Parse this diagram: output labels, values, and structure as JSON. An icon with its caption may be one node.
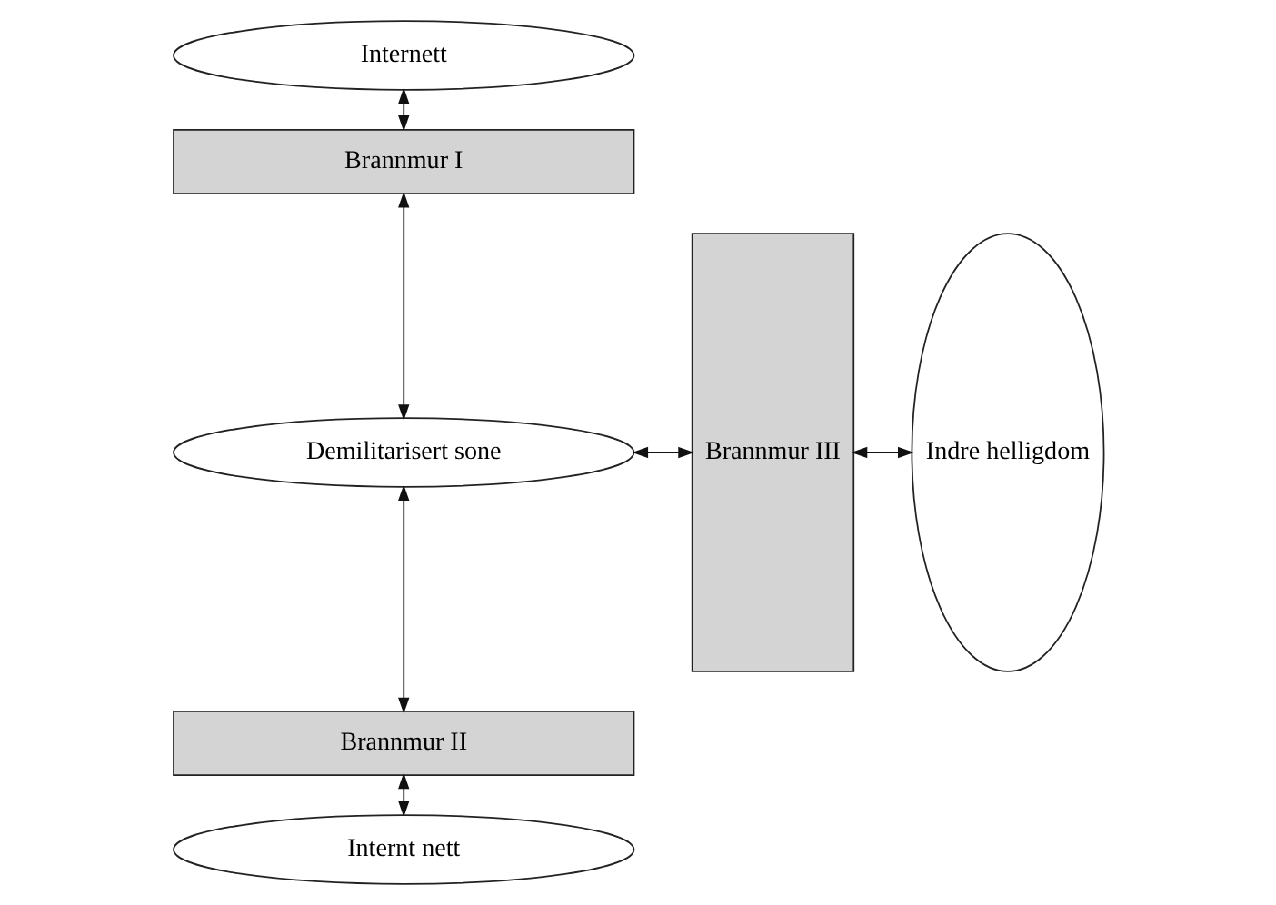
{
  "diagram": {
    "nodes": [
      {
        "text": [
          "Internett"
        ]
      },
      {
        "text": [
          "Brannmur I"
        ]
      },
      {
        "text": [
          "Demilitarisert sone"
        ]
      },
      {
        "text": [
          "Brannmur II"
        ]
      },
      {
        "text": [
          "Internt nett"
        ]
      },
      {
        "text": [
          "Brannmur III"
        ]
      },
      {
        "text": [
          "Indre helligdom"
        ]
      }
    ],
    "edges": [
      {
        "from": 0,
        "to": 1,
        "arrow": "both"
      },
      {
        "from": 1,
        "to": 2,
        "arrow": "both"
      },
      {
        "from": 2,
        "to": 3,
        "arrow": "both"
      },
      {
        "from": 3,
        "to": 4,
        "arrow": "both"
      },
      {
        "from": 2,
        "to": 5,
        "arrow": "both"
      },
      {
        "from": 5,
        "to": 6,
        "arrow": "both"
      }
    ]
  }
}
